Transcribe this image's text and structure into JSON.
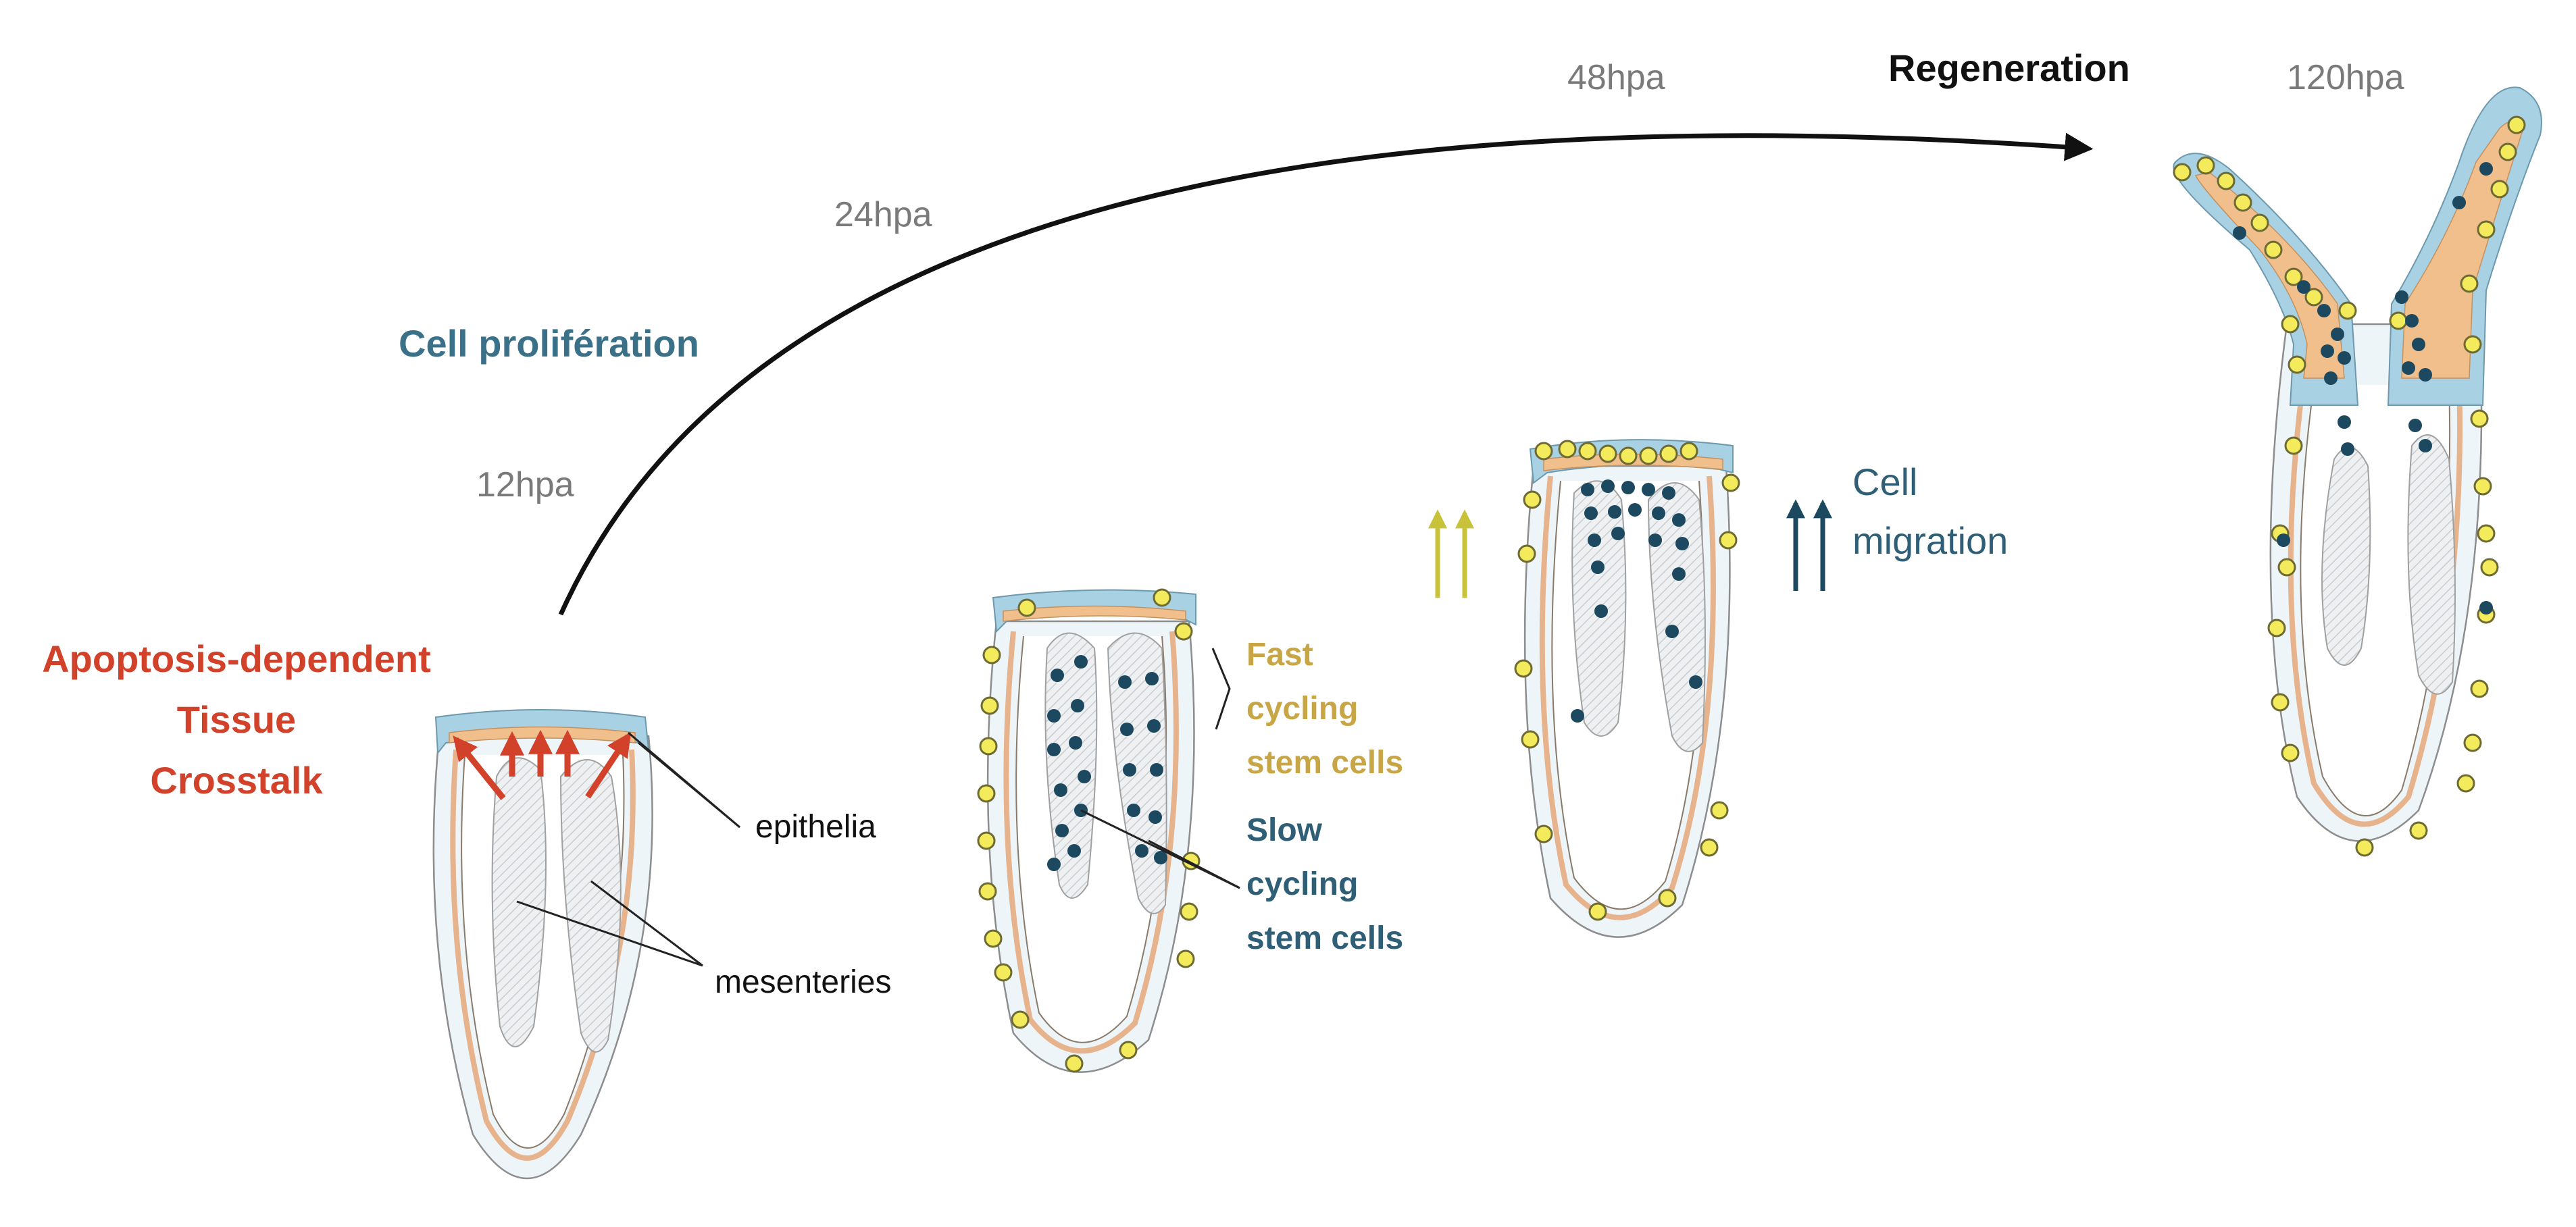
{
  "labels": {
    "hpa12": "12hpa",
    "hpa24": "24hpa",
    "hpa48": "48hpa",
    "hpa120": "120hpa",
    "regeneration": "Regeneration",
    "cell_proliferation": "Cell prolifération",
    "apoptosis_line1": "Apoptosis-dependent",
    "apoptosis_line2": "Tissue",
    "apoptosis_line3": "Crosstalk",
    "epithelia": "epithelia",
    "mesenteries": "mesenteries",
    "fast_line1": "Fast",
    "fast_line2": "cycling",
    "fast_line3": "stem cells",
    "slow_line1": "Slow",
    "slow_line2": "cycling",
    "slow_line3": "stem cells",
    "migration_line1": "Cell",
    "migration_line2": "migration"
  },
  "colors": {
    "apoptosis_red": "#d2412a",
    "proliferation_blue": "#3a7189",
    "fast_cycling_yellow": "#f4eb5c",
    "slow_cycling_navy": "#1d4960",
    "epithelium_blue": "#a8d1e4",
    "epithelium_orange": "#f1bf8c",
    "body_wall": "#eef5f9"
  }
}
